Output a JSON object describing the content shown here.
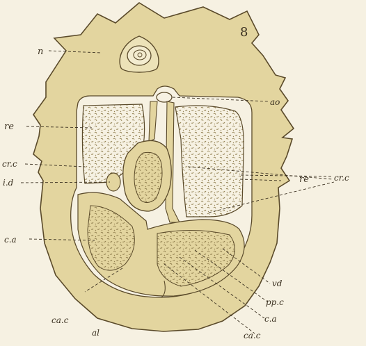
{
  "figure": {
    "number": "8",
    "colors": {
      "paper": "#f6f1e2",
      "tissue": "#e3d59f",
      "tissue_edge": "#5a4a2a",
      "ink": "#3a3020",
      "stipple": "#8c7a4a"
    }
  },
  "labels": {
    "n": "n",
    "re_left": "re",
    "crc_left": "cr.c",
    "id": "i.d",
    "ca_left": "c.a",
    "cac_bottom": "ca.c",
    "al": "al",
    "ao": "ao",
    "re_right": "re",
    "crc_right": "cr.c",
    "vd": "vd",
    "ppc": "pp.c",
    "ca_bottom": "c.a",
    "cac_right": "ca.c"
  }
}
